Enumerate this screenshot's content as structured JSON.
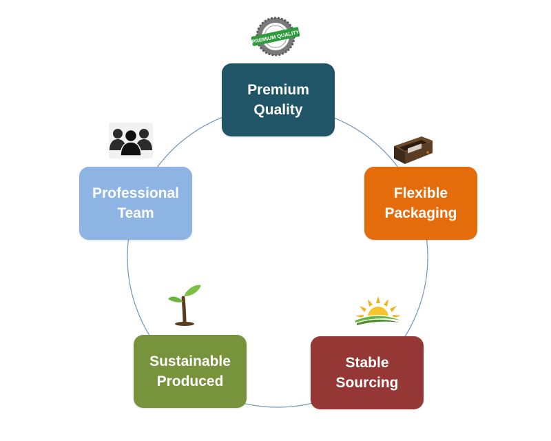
{
  "nodes": {
    "premium": {
      "line1": "Premium",
      "line2": "Quality",
      "color": "#1F5566"
    },
    "flexible": {
      "line1": "Flexible",
      "line2": "Packaging",
      "color": "#E46C0A"
    },
    "stable": {
      "line1": "Stable",
      "line2": "Sourcing",
      "color": "#953735"
    },
    "sustainable": {
      "line1": "Sustainable",
      "line2": "Produced",
      "color": "#77933C"
    },
    "professional": {
      "line1": "Professional",
      "line2": "Team",
      "color": "#8EB4E3"
    }
  },
  "badge": {
    "text": "PREMIUM QUALITY",
    "color": "#2E9B3C"
  },
  "connector_color": "#6F93BE",
  "icons": {
    "premium": "premium-quality-badge-icon",
    "flexible": "packaging-tray-icon",
    "stable": "rising-sun-icon",
    "sustainable": "sprout-icon",
    "professional": "team-people-icon"
  }
}
